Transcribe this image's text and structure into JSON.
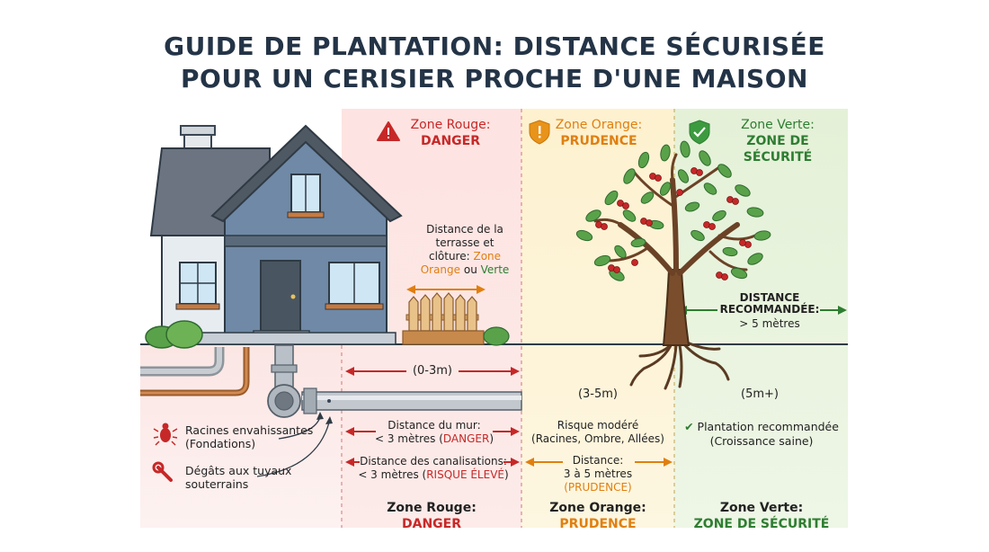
{
  "title": {
    "line1": "GUIDE DE PLANTATION: DISTANCE SÉCURISÉE",
    "line2": "POUR UN CERISIER PROCHE D'UNE MAISON"
  },
  "colors": {
    "red": "#c62828",
    "orange": "#e07f10",
    "green": "#2e7d32",
    "red_bg": "#fde3e1",
    "orange_bg": "#fdf4d3",
    "green_bg": "#e8f3dc",
    "title": "#243447"
  },
  "zones": {
    "red": {
      "name": "Zone Rouge:",
      "status": "DANGER",
      "icon": "warning-triangle-icon"
    },
    "orange": {
      "name": "Zone Orange:",
      "status": "PRUDENCE",
      "icon": "shield-exclamation-icon"
    },
    "green": {
      "name": "Zone Verte:",
      "status": "ZONE DE SÉCURITÉ",
      "icon": "shield-check-icon"
    }
  },
  "terrace_note": {
    "l1": "Distance de la",
    "l2": "terrasse et",
    "l3a": "clôture: ",
    "l3b": "Zone",
    "l4a": "Orange",
    "l4b": " ou ",
    "l4c": "Verte"
  },
  "recommended": {
    "l1": "DISTANCE",
    "l2": "RECOMMANDÉE:",
    "l3": "> 5 mètres"
  },
  "ranges": {
    "red": "(0-3m)",
    "orange": "(3-5m)",
    "green": "(5m+)"
  },
  "wall": {
    "l1": "Distance du mur:",
    "l2a": "< 3 mètres (",
    "l2b": "DANGER",
    "l2c": ")"
  },
  "pipes": {
    "l1": "Distance des canalisations:",
    "l2a": "< 3 mètres (",
    "l2b": "RISQUE ÉLEVÉ",
    "l2c": ")"
  },
  "orange_risk": {
    "l1": "Risque modéré",
    "l2": "(Racines, Ombre, Allées)"
  },
  "orange_distance": {
    "l1": "Distance:",
    "l2": "3 à 5 mètres",
    "l3": "(PRUDENCE)"
  },
  "green_note": {
    "check": "✔",
    "l1": "Plantation recommandée",
    "l2": "(Croissance saine)"
  },
  "hazards": [
    {
      "l1": "Racines envahissantes",
      "l2": "(Fondations)",
      "icon": "bug-icon"
    },
    {
      "l1": "Dégâts aux tuyaux",
      "l2": "souterrains",
      "icon": "wrench-icon"
    }
  ],
  "footer": {
    "red": {
      "name": "Zone Rouge:",
      "status": "DANGER"
    },
    "orange": {
      "name": "Zone Orange:",
      "status": "PRUDENCE"
    },
    "green": {
      "name": "Zone Verte:",
      "status": "ZONE DE SÉCURITÉ"
    }
  }
}
